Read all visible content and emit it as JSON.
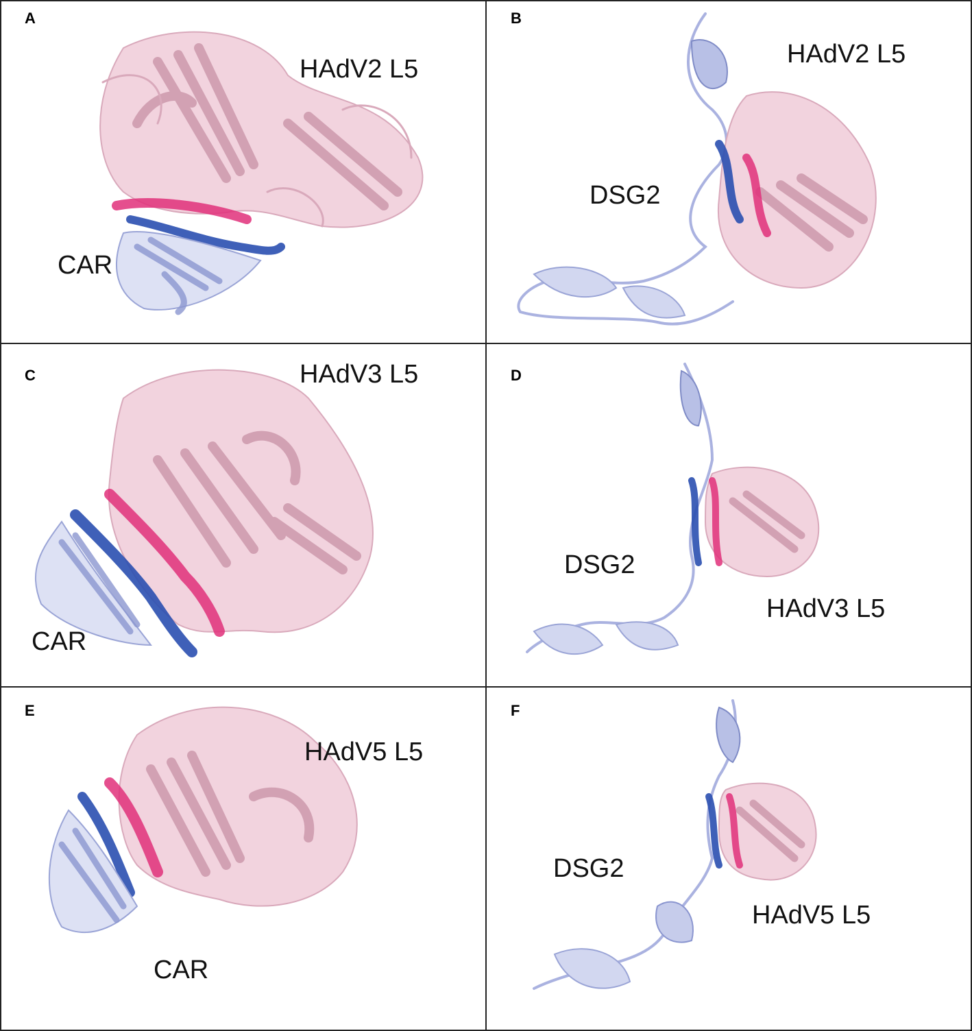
{
  "colors": {
    "fiber_knob": "#e8b4c6",
    "fiber_knob_dark": "#b98a9c",
    "receptor": "#b8c0e6",
    "receptor_dark": "#7f8bc6",
    "receptor_contact": "#2a4fb0",
    "knob_contact": "#e0307a",
    "border": "#222222"
  },
  "panels": [
    {
      "letter": "A",
      "labels": [
        "HAdV2 L5",
        "CAR"
      ]
    },
    {
      "letter": "B",
      "labels": [
        "HAdV2 L5",
        "DSG2"
      ]
    },
    {
      "letter": "C",
      "labels": [
        "HAdV3 L5",
        "CAR"
      ]
    },
    {
      "letter": "D",
      "labels": [
        "DSG2",
        "HAdV3 L5"
      ]
    },
    {
      "letter": "E",
      "labels": [
        "HAdV5 L5",
        "CAR"
      ]
    },
    {
      "letter": "F",
      "labels": [
        "DSG2",
        "HAdV5 L5"
      ]
    }
  ]
}
